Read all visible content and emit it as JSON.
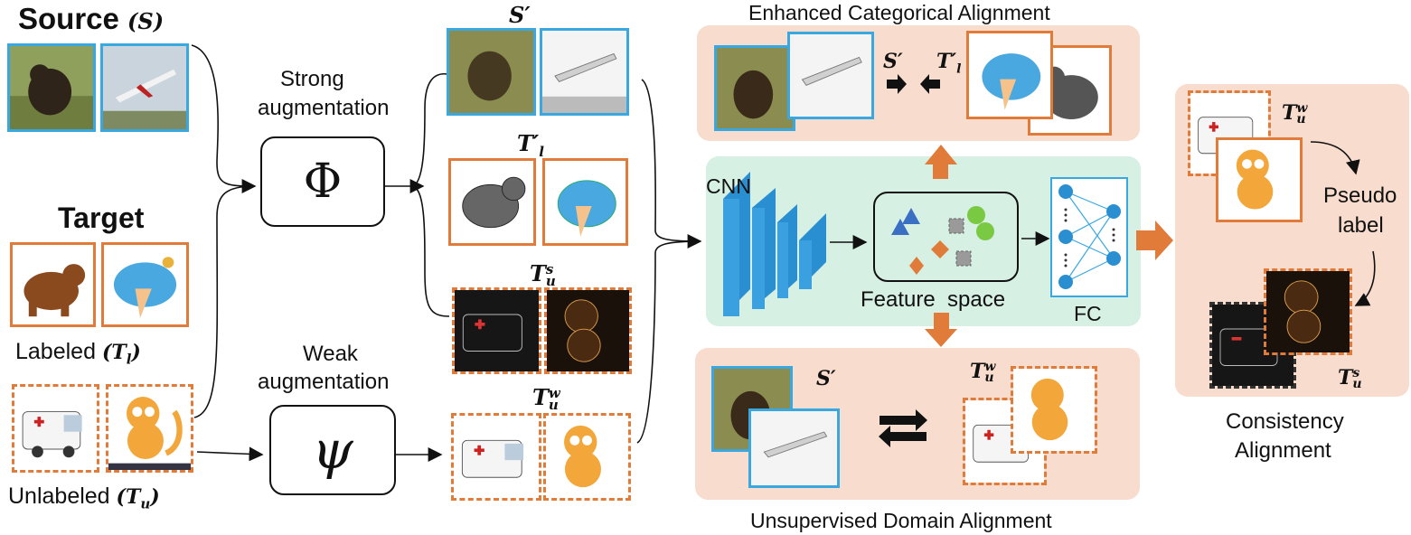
{
  "labels": {
    "source": "Source",
    "source_sym": "(S)",
    "target": "Target",
    "labeled": "Labeled",
    "labeled_sym": "(T",
    "labeled_sub": "l",
    "unlabeled": "Unlabeled",
    "unlabeled_sym": "(T",
    "unlabeled_sub": "u",
    "strong_aug_line1": "Strong",
    "strong_aug_line2": "augmentation",
    "weak_aug_line1": "Weak",
    "weak_aug_line2": "augmentation",
    "phi": "Φ",
    "psi": "ψ",
    "s_prime": "S′",
    "tl_prime": "T′",
    "tl_prime_sub": "l",
    "tus": "T",
    "tus_sub": "u",
    "tus_sup": "s",
    "tuw": "T",
    "tuw_sub": "u",
    "tuw_sup": "w",
    "cnn": "CNN",
    "feature_space": "Feature  space",
    "fc": "FC",
    "eca_title": "Enhanced Categorical Alignment",
    "uda_title": "Unsupervised Domain Alignment",
    "consistency_line1": "Consistency",
    "consistency_line2": "Alignment",
    "pseudo_line1": "Pseudo",
    "pseudo_line2": "label"
  },
  "colors": {
    "source_border": "#3aa8e0",
    "target_border": "#e07b39",
    "panel_peach": "#f8dccd",
    "panel_green": "#d6f0e4",
    "cnn_blue": "#2a8fd0",
    "arrow_orange": "#e07b39",
    "triangle_blue": "#3a6fc4",
    "circle_green": "#7ac943",
    "diamond_orange": "#e07b39",
    "square_gray": "#9a9a9a"
  }
}
